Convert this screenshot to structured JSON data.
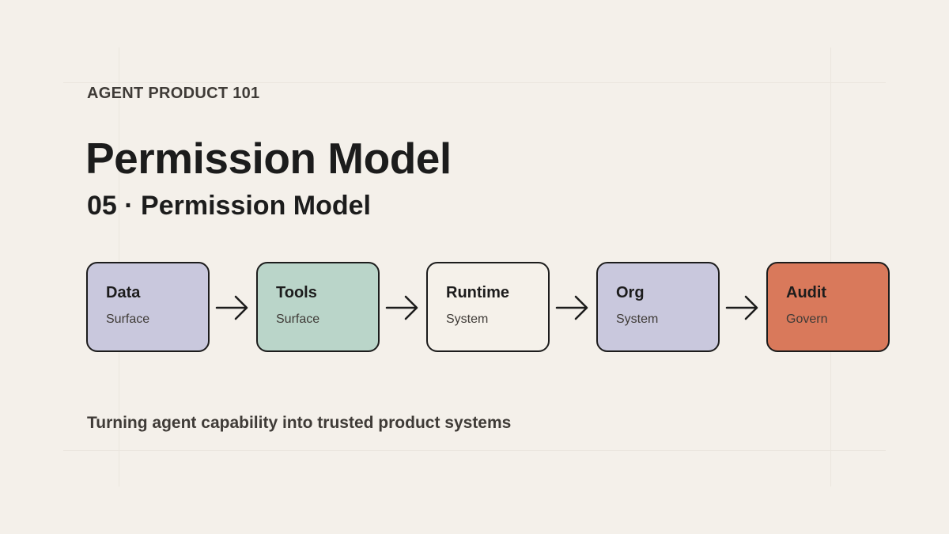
{
  "header": {
    "eyebrow": "AGENT PRODUCT 101",
    "title": "Permission Model",
    "subtitle": "05 · Permission Model"
  },
  "flow": {
    "nodes": [
      {
        "label": "Data",
        "sub": "Surface",
        "color": "#c9c8dd"
      },
      {
        "label": "Tools",
        "sub": "Surface",
        "color": "#bad5c9"
      },
      {
        "label": "Runtime",
        "sub": "System",
        "color": "#f5f1ea"
      },
      {
        "label": "Org",
        "sub": "System",
        "color": "#c9c8dd"
      },
      {
        "label": "Audit",
        "sub": "Govern",
        "color": "#d9795b"
      }
    ],
    "arrow_icon": "arrow-right-icon"
  },
  "footer": {
    "tagline": "Turning agent capability into trusted product systems"
  }
}
